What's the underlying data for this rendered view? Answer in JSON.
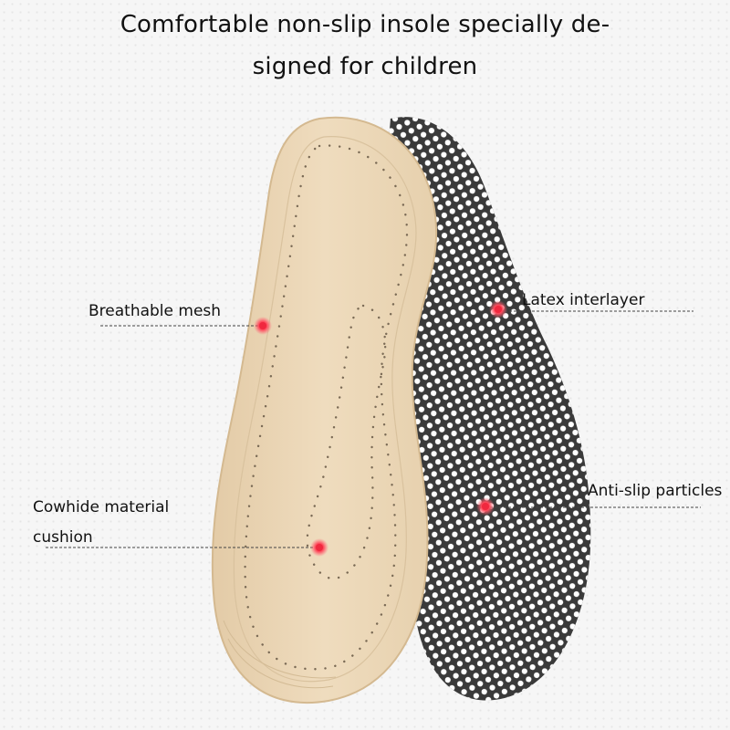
{
  "title": {
    "line1": "Comfortable non-slip insole specially de-",
    "line2": "signed for children"
  },
  "callouts": {
    "breathable_mesh": "Breathable mesh",
    "latex_interlayer": "Latex interlayer",
    "anti_slip_particles": "Anti-slip particles",
    "cowhide_line1": "Cowhide material",
    "cowhide_line2": "cushion"
  },
  "colors": {
    "leather": "#ead6b6",
    "dark_sole": "#3c3c3c",
    "dot_marker": "#f03c50",
    "leader_line": "#444444"
  }
}
